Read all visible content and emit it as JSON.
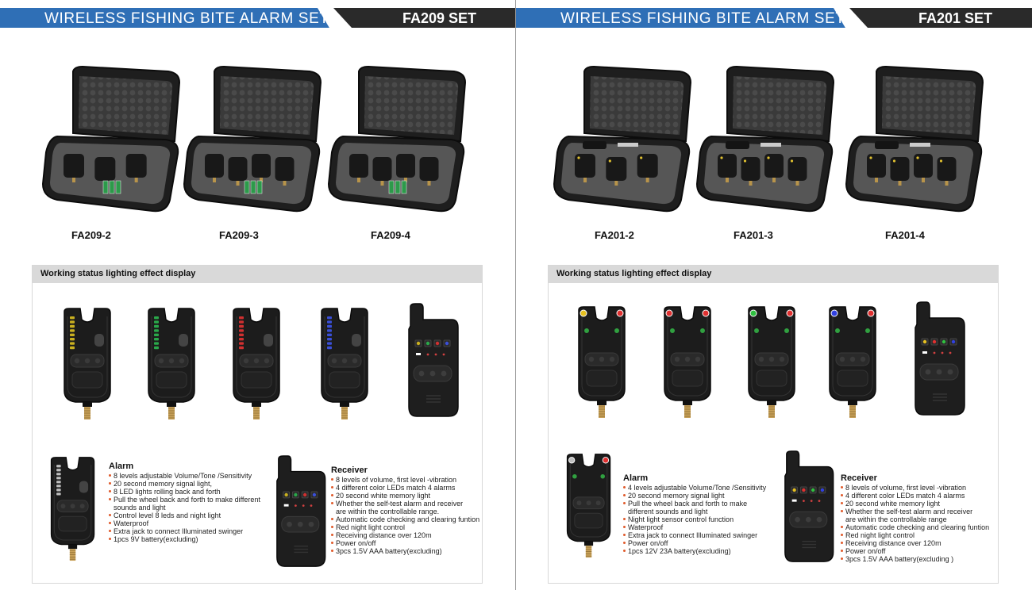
{
  "left": {
    "banner": {
      "title": "WIRELESS FISHING BITE ALARM SET",
      "model": "FA209 SET"
    },
    "cases": [
      {
        "label": "FA209-2",
        "alarms": 3
      },
      {
        "label": "FA209-3",
        "alarms": 4
      },
      {
        "label": "FA209-4",
        "alarms": 5
      }
    ],
    "panel_title": "Working status lighting effect display",
    "led_colors": [
      "#c9b020",
      "#2aa84a",
      "#d03030",
      "#3a4fd8"
    ],
    "alarm": {
      "heading": "Alarm",
      "items": [
        {
          "text": "8 levels adjustable Volume/Tone /Sensitivity",
          "cont": false
        },
        {
          "text": "20 second memory signal light,",
          "cont": false
        },
        {
          "text": "8 LED lights rolling back and forth",
          "cont": false
        },
        {
          "text": "Pull the wheel back and forth to make different",
          "cont": false
        },
        {
          "text": "sounds and light",
          "cont": true
        },
        {
          "text": "Control level 8 leds and night light",
          "cont": false
        },
        {
          "text": "Waterproof",
          "cont": false
        },
        {
          "text": "Extra jack to connect Illuminated swinger",
          "cont": false
        },
        {
          "text": "1pcs 9V battery(excluding)",
          "cont": false
        }
      ]
    },
    "receiver": {
      "heading": "Receiver",
      "items": [
        {
          "text": "8 levels of volume, first level -vibration",
          "cont": false
        },
        {
          "text": "4 different color LEDs match 4 alarms",
          "cont": false
        },
        {
          "text": "20 second white memory light",
          "cont": false
        },
        {
          "text": "Whether the self-test alarm and receiver",
          "cont": false
        },
        {
          "text": "are within the controllable range.",
          "cont": true
        },
        {
          "text": "Automatic code checking and clearing funtion",
          "cont": false
        },
        {
          "text": "Red night light control",
          "cont": false
        },
        {
          "text": "Receiving distance over 120m",
          "cont": false
        },
        {
          "text": "Power on/off",
          "cont": false
        },
        {
          "text": "3pcs 1.5V AAA battery(excluding)",
          "cont": false
        }
      ]
    }
  },
  "right": {
    "banner": {
      "title": "WIRELESS FISHING BITE ALARM SET",
      "model": "FA201 SET"
    },
    "cases": [
      {
        "label": "FA201-2",
        "alarms": 3
      },
      {
        "label": "FA201-3",
        "alarms": 4
      },
      {
        "label": "FA201-4",
        "alarms": 5
      }
    ],
    "panel_title": "Working status lighting effect display",
    "led_colors": [
      "#e6c020",
      "#e03030",
      "#30c040",
      "#3040e0"
    ],
    "alarm": {
      "heading": "Alarm",
      "items": [
        {
          "text": "4 levels adjustable Volume/Tone /Sensitivity",
          "cont": false
        },
        {
          "text": "20 second memory signal light",
          "cont": false
        },
        {
          "text": "Pull the wheel back and forth to make",
          "cont": false
        },
        {
          "text": "different sounds and light",
          "cont": true
        },
        {
          "text": "Night light sensor control function",
          "cont": false
        },
        {
          "text": "Waterproof",
          "cont": false
        },
        {
          "text": "Extra jack to connect Illuminated swinger",
          "cont": false
        },
        {
          "text": "Power on/off",
          "cont": false
        },
        {
          "text": "1pcs 12V 23A battery(excluding)",
          "cont": false
        }
      ]
    },
    "receiver": {
      "heading": "Receiver",
      "items": [
        {
          "text": "8 levels of volume, first level -vibration",
          "cont": false
        },
        {
          "text": "4 different color LEDs match 4 alarms",
          "cont": false
        },
        {
          "text": "20 second white memory light",
          "cont": false
        },
        {
          "text": "Whether the self-test alarm and receiver",
          "cont": false
        },
        {
          "text": "are within the controllable range",
          "cont": true
        },
        {
          "text": "Automatic code checking and clearing funtion",
          "cont": false
        },
        {
          "text": "Red night light control",
          "cont": false
        },
        {
          "text": "Receiving distance over 120m",
          "cont": false
        },
        {
          "text": "Power on/off",
          "cont": false
        },
        {
          "text": "3pcs 1.5V AAA battery(excluding )",
          "cont": false
        }
      ]
    }
  }
}
